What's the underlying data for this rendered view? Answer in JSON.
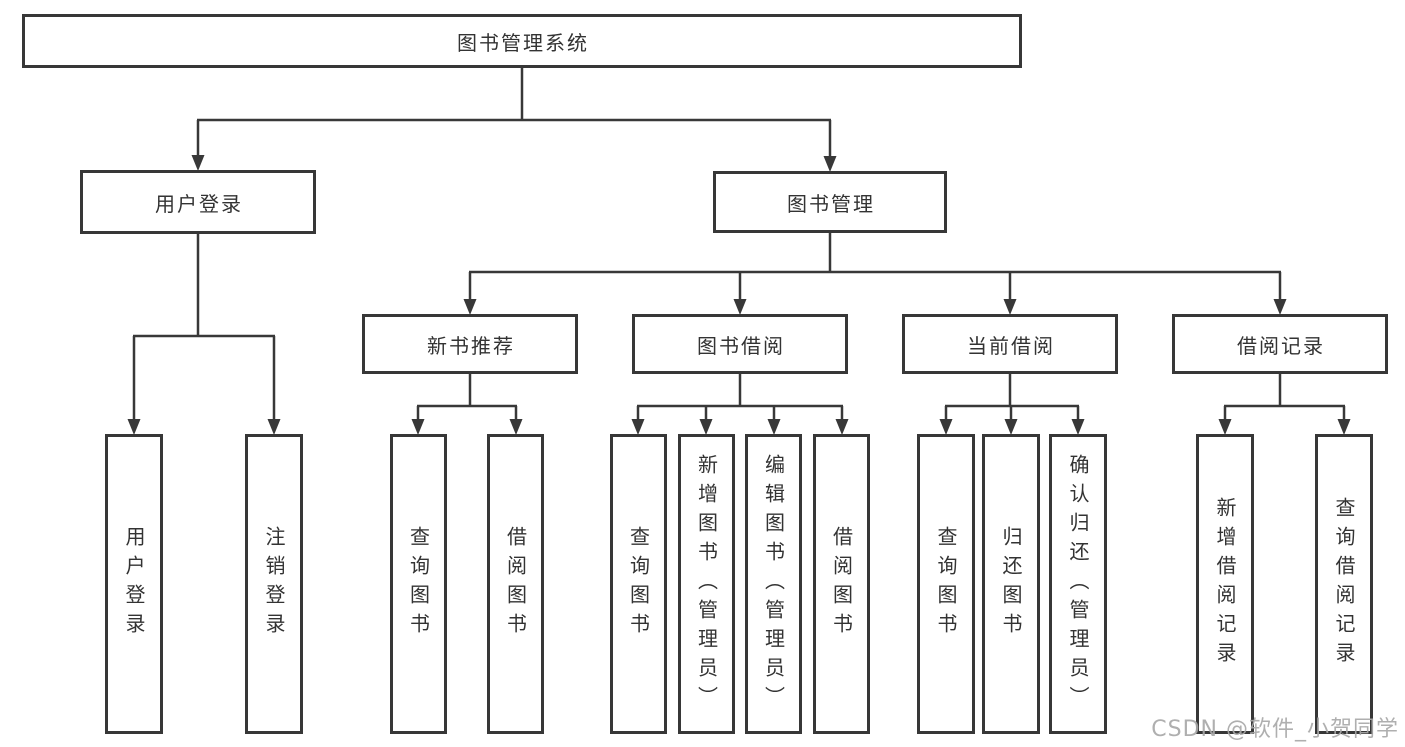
{
  "diagram": {
    "root": {
      "label": "图书管理系统"
    },
    "level2": [
      {
        "label": "用户登录"
      },
      {
        "label": "图书管理"
      }
    ],
    "level3": [
      {
        "label": "新书推荐"
      },
      {
        "label": "图书借阅"
      },
      {
        "label": "当前借阅"
      },
      {
        "label": "借阅记录"
      }
    ],
    "leaf_groups": [
      {
        "leaves": [
          {
            "label": "用户登录"
          },
          {
            "label": "注销登录"
          }
        ]
      },
      {
        "leaves": [
          {
            "label": "查询图书"
          },
          {
            "label": "借阅图书"
          }
        ]
      },
      {
        "leaves": [
          {
            "label": "查询图书"
          },
          {
            "label": "新增图书（管理员）"
          },
          {
            "label": "编辑图书（管理员）"
          },
          {
            "label": "借阅图书"
          }
        ]
      },
      {
        "leaves": [
          {
            "label": "查询图书"
          },
          {
            "label": "归还图书"
          },
          {
            "label": "确认归还（管理员）"
          }
        ]
      },
      {
        "leaves": [
          {
            "label": "新增借阅记录"
          },
          {
            "label": "查询借阅记录"
          }
        ]
      }
    ]
  },
  "watermark": {
    "text": "CSDN @软件_小贺同学"
  },
  "colors": {
    "line": "#383838",
    "box_border": "#373737",
    "text": "#333333",
    "watermark": "#a8a8a8",
    "background": "#ffffff"
  }
}
